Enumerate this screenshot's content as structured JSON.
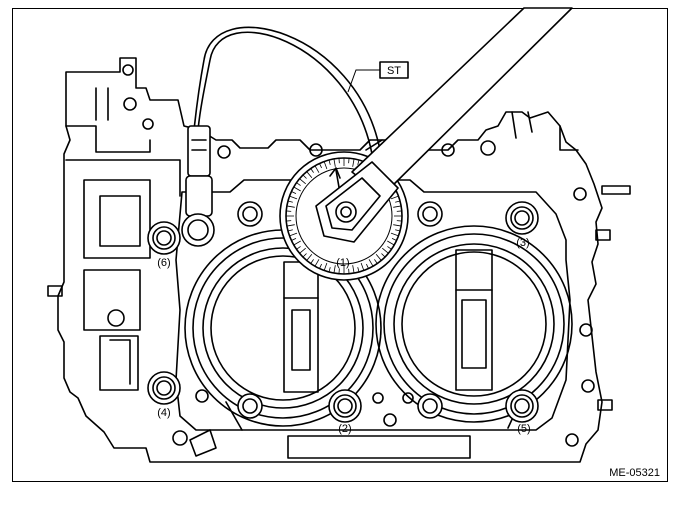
{
  "callouts": {
    "tool": "ST",
    "c1": "(1)",
    "c2": "(2)",
    "c3": "(3)",
    "c4": "(4)",
    "c5": "(5)",
    "c6": "(6)"
  },
  "figure_code": "ME-05321"
}
